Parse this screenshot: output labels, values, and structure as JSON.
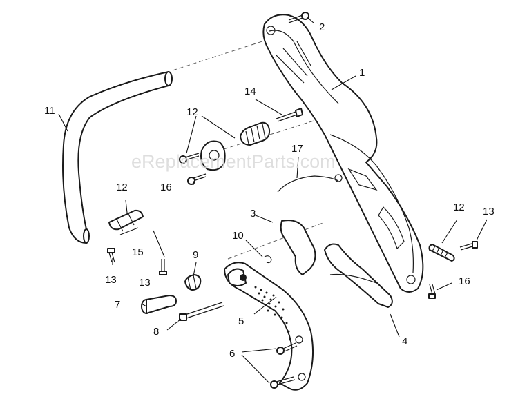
{
  "watermark": "eReplacementParts.com",
  "callouts": {
    "c1": "1",
    "c2": "2",
    "c3": "3",
    "c4": "4",
    "c5": "5",
    "c6": "6",
    "c7": "7",
    "c8": "8",
    "c9": "9",
    "c10": "10",
    "c11": "11",
    "c12a": "12",
    "c12b": "12",
    "c12c": "12",
    "c13a": "13",
    "c13b": "13",
    "c13c": "13",
    "c14": "14",
    "c15": "15",
    "c16a": "16",
    "c16b": "16",
    "c17": "17"
  },
  "colors": {
    "ink": "#1a1a1a",
    "watermark": "#d9d9d9",
    "paper": "#ffffff"
  }
}
